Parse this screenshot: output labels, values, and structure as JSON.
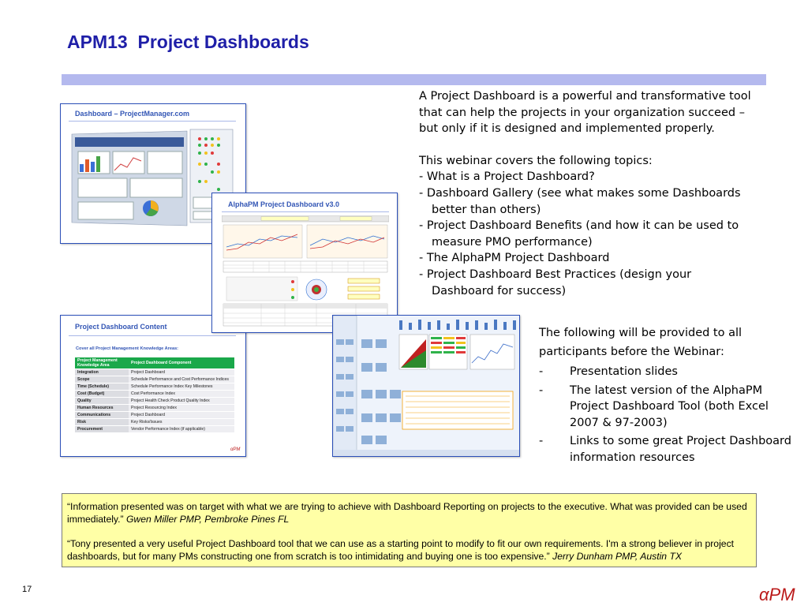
{
  "slide": {
    "title": "APM13  Project Dashboards",
    "page_number": "17",
    "logo": "αPM"
  },
  "thumbnails": {
    "pm_dashboard": {
      "title": "Dashboard – ProjectManager.com"
    },
    "alpha_dashboard": {
      "title": "AlphaPM Project Dashboard v3.0"
    },
    "content": {
      "title": "Project Dashboard Content",
      "subtitle": "Cover all Project Management Knowledge Areas:",
      "logo": "αPM",
      "header": [
        "Project Management Knowledge Area",
        "Project Dashboard Component"
      ],
      "rows": [
        [
          "Integration",
          "Project Dashboard"
        ],
        [
          "Scope",
          "Schedule Performance and Cost Performance Indices"
        ],
        [
          "Time (Schedule)",
          "Schedule Performance Index    Key Milestones"
        ],
        [
          "Cost (Budget)",
          "Cost Performance Index"
        ],
        [
          "Quality",
          "Project Health Check      Product Quality Index"
        ],
        [
          "Human Resources",
          "Project Resourcing Index"
        ],
        [
          "Communications",
          "Project Dashboard"
        ],
        [
          "Risk",
          "Key Risks/Issues"
        ],
        [
          "Procurement",
          "Vendor Performance Index  (if applicable)"
        ]
      ]
    },
    "excel": {
      "tips_color": "#f4a20c"
    }
  },
  "description": {
    "intro": "A Project Dashboard is a powerful and transformative tool that can help the projects in your organization succeed – but only if it is designed and implemented properly.",
    "topics_heading": "This webinar covers the following topics:",
    "topics": [
      "-  What is a Project Dashboard?",
      "-  Dashboard Gallery (see what makes some Dashboards better than others)",
      "-  Project Dashboard Benefits (and how it can be used to measure PMO performance)",
      "-  The AlphaPM Project Dashboard",
      "-  Project Dashboard Best Practices (design your Dashboard for success)"
    ]
  },
  "provided": {
    "heading": "The following will be provided to all participants before the Webinar:",
    "items": [
      "Presentation slides",
      "The latest version of the AlphaPM Project Dashboard Tool (both Excel 2007 & 97-2003)",
      "Links to some great Project Dashboard information resources"
    ],
    "bullet": "-"
  },
  "testimonials": [
    {
      "quote": "“Information presented was on target with what we are trying to achieve with Dashboard Reporting on projects to the executive. What was provided can be used immediately.”",
      "author": "Gwen Miller PMP, Pembroke Pines FL"
    },
    {
      "quote": "“Tony presented a very useful Project Dashboard tool that we can use as a starting point to modify to fit our own requirements. I'm a strong believer in project dashboards, but for many PMs constructing one from scratch is too intimidating and buying one is too expensive.”",
      "author": "Jerry Dunham PMP, Austin TX"
    }
  ],
  "colors": {
    "title": "#1f1fa8",
    "band": "#b4b9ee",
    "quote_bg": "#ffffa6",
    "logo": "#bb1a1a",
    "table_header": "#1aa84a"
  }
}
